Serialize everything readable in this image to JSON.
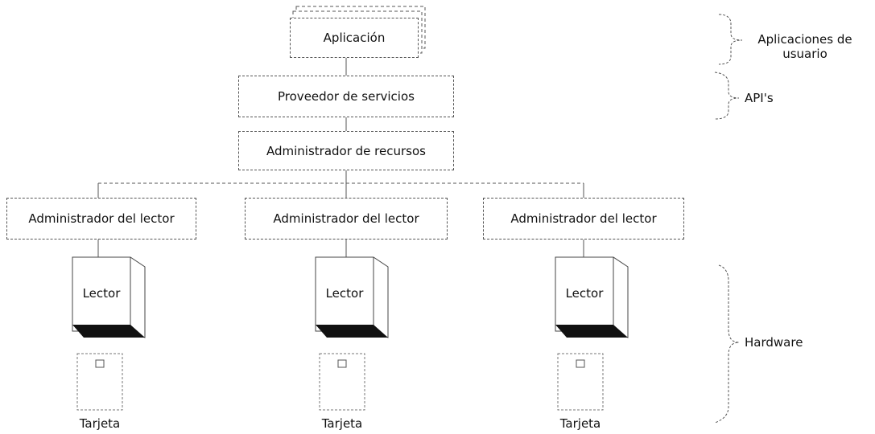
{
  "diagram": {
    "app": "Aplicación",
    "service_provider": "Proveedor de servicios",
    "resource_manager": "Administrador de recursos",
    "reader_managers": [
      "Administrador del lector",
      "Administrador del lector",
      "Administrador del lector"
    ],
    "readers": [
      "Lector",
      "Lector",
      "Lector"
    ],
    "cards": [
      "Tarjeta",
      "Tarjeta",
      "Tarjeta"
    ],
    "annotations": {
      "user_apps": "Aplicaciones de usuario",
      "apis": "API's",
      "hardware": "Hardware"
    }
  }
}
